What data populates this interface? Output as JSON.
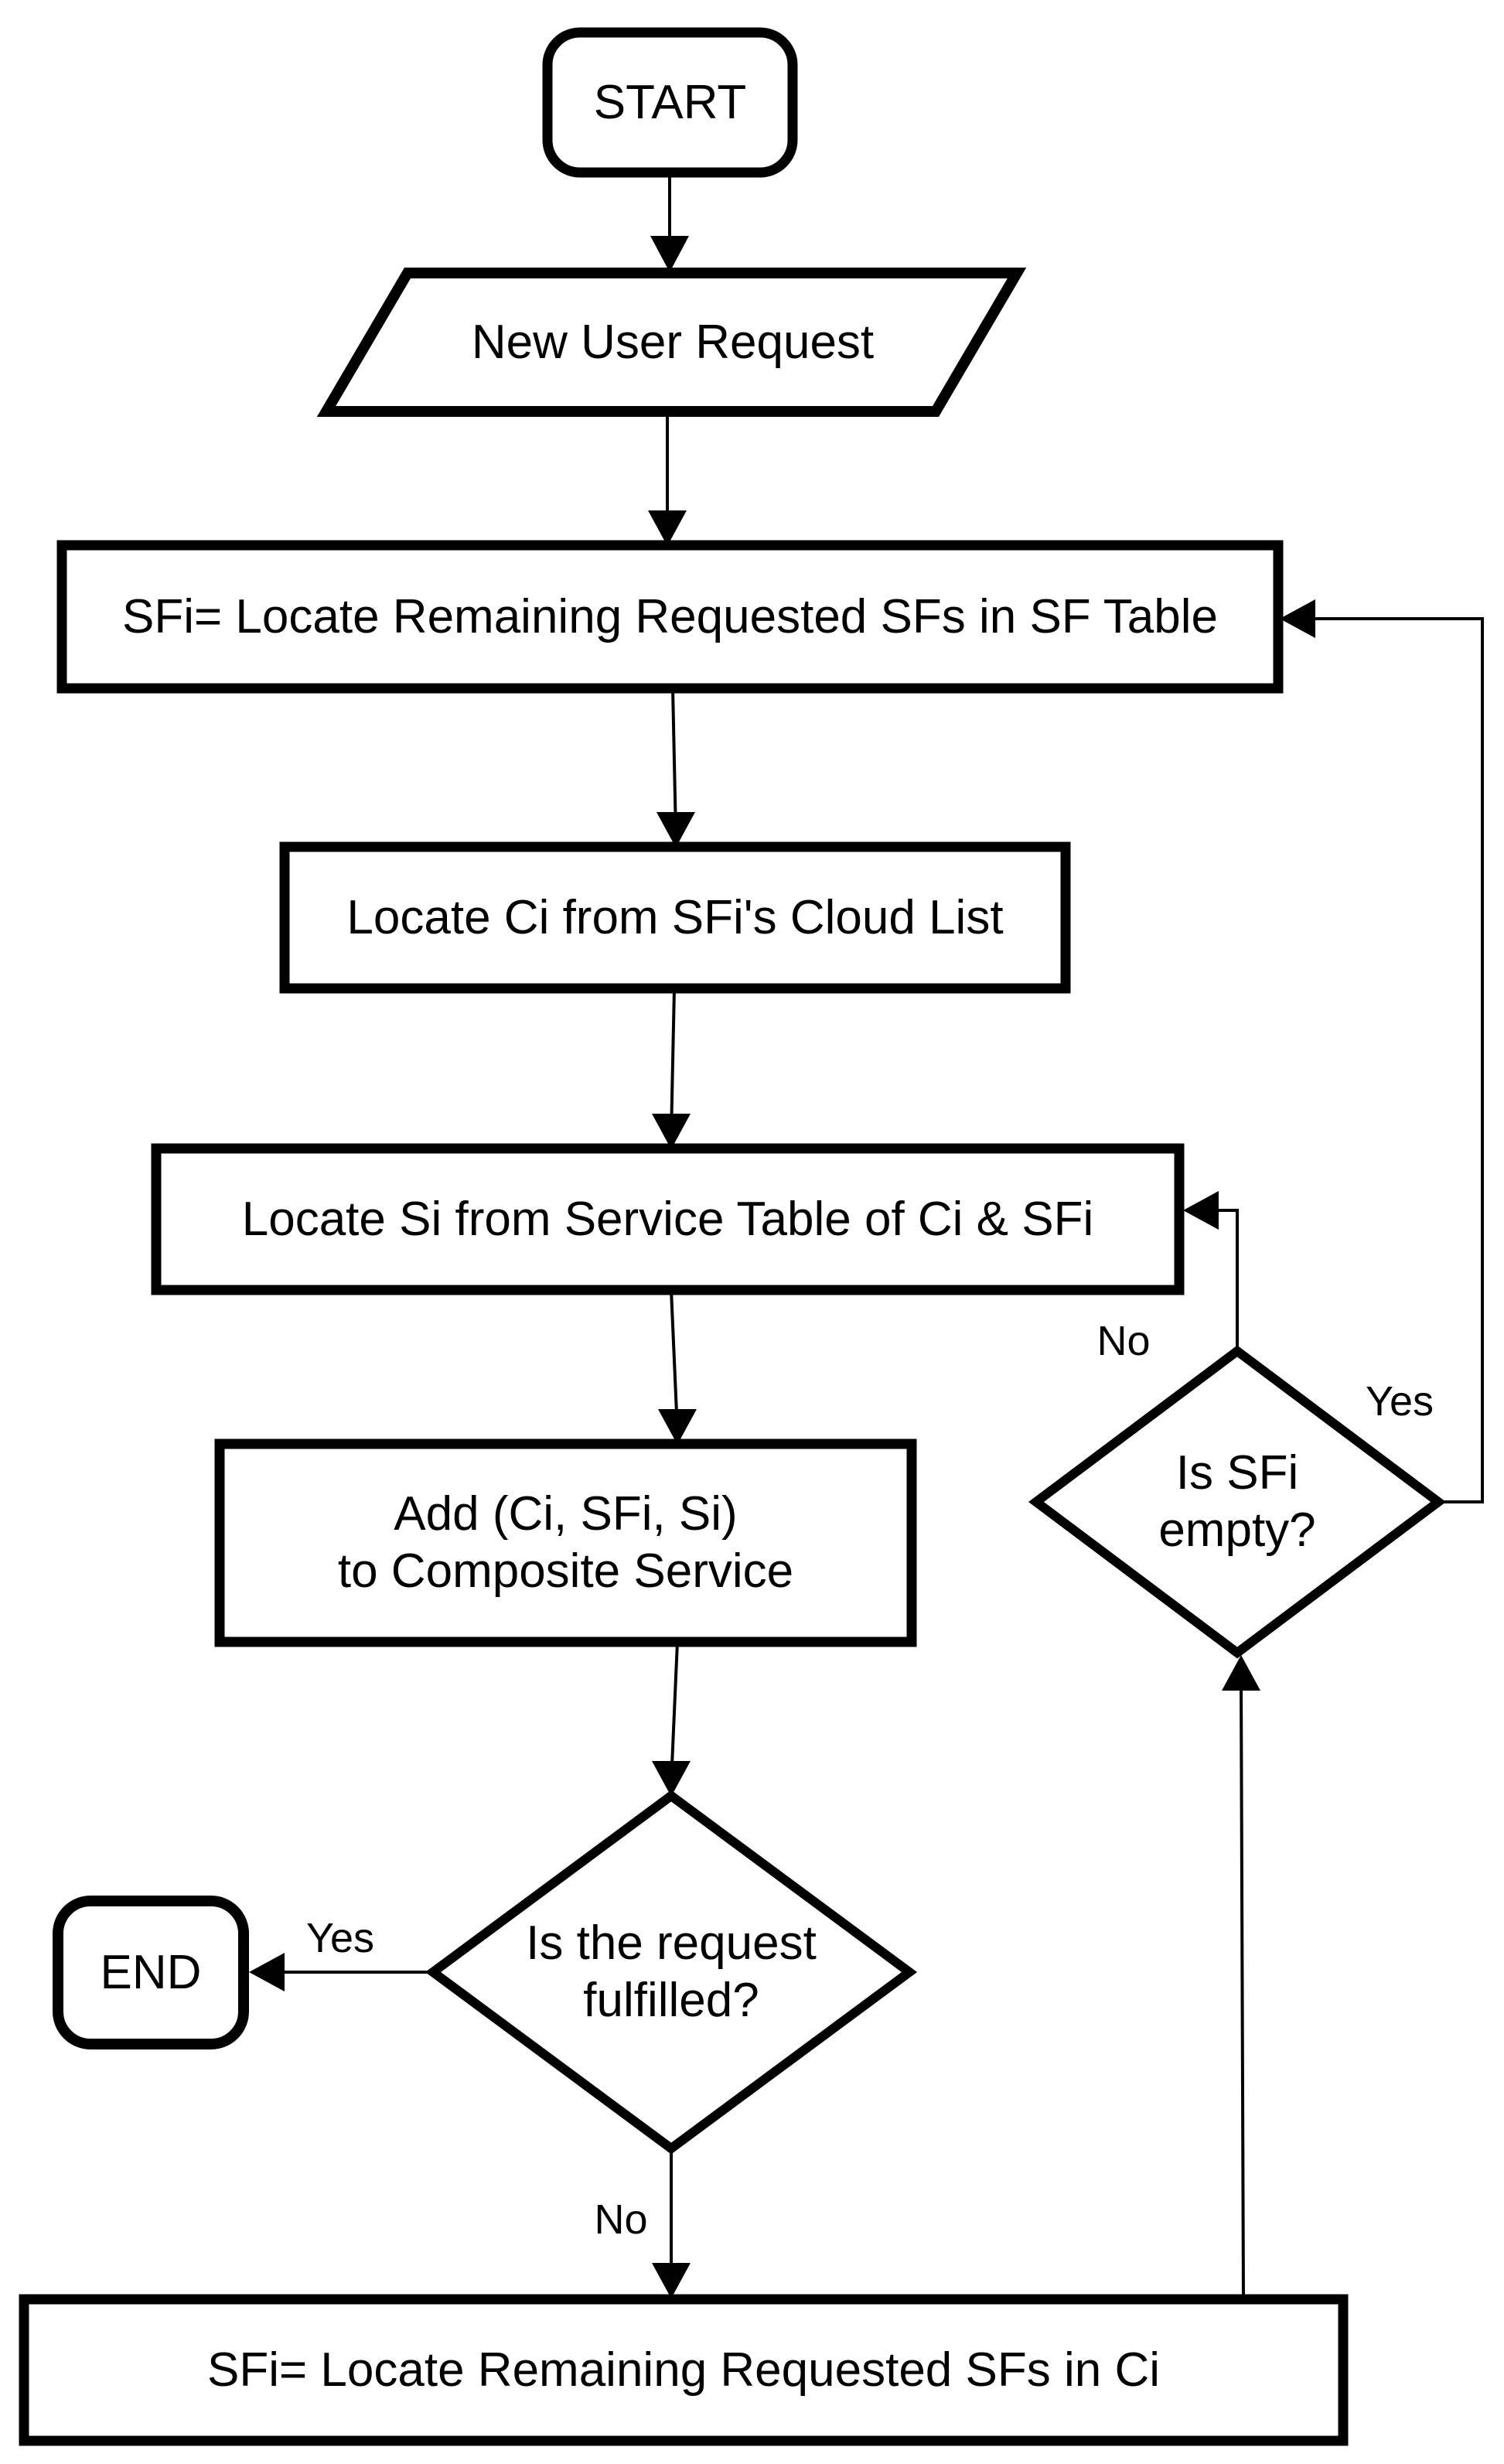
{
  "diagram": {
    "type": "flowchart",
    "background_color": "#ffffff",
    "stroke_color": "#000000",
    "nodes": {
      "start": {
        "shape": "rounded-rect",
        "label": "START"
      },
      "new_user_request": {
        "shape": "parallelogram",
        "label": "New User Request"
      },
      "locate_sfs_in_sf_table": {
        "shape": "process-rect",
        "label": "SFi= Locate Remaining Requested SFs in SF Table"
      },
      "locate_ci": {
        "shape": "process-rect",
        "label": "Locate Ci from SFi's Cloud List"
      },
      "locate_si": {
        "shape": "process-rect",
        "label": "Locate Si from Service Table of Ci & SFi"
      },
      "add_composite": {
        "shape": "process-rect",
        "line1": "Add (Ci, SFi, Si)",
        "line2": "to Composite Service"
      },
      "request_fulfilled": {
        "shape": "decision-diamond",
        "line1": "Is the request",
        "line2": "fulfilled?"
      },
      "end": {
        "shape": "rounded-rect",
        "label": "END"
      },
      "sfi_empty": {
        "shape": "decision-diamond",
        "line1": "Is SFi",
        "line2": "empty?"
      },
      "locate_sfs_in_ci": {
        "shape": "process-rect",
        "label": "SFi= Locate Remaining Requested SFs in Ci"
      }
    },
    "edge_labels": {
      "fulfilled_yes": "Yes",
      "fulfilled_no": "No",
      "empty_no": "No",
      "empty_yes": "Yes"
    }
  }
}
